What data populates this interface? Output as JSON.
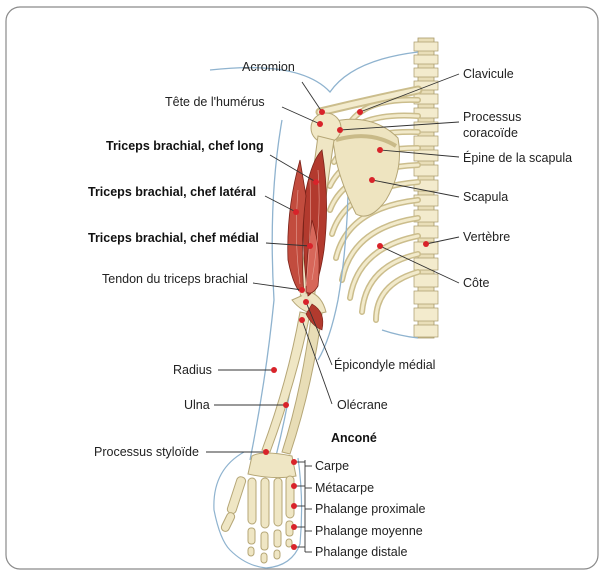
{
  "colors": {
    "panel_border": "#8a8a8a",
    "panel_fill": "#ffffff",
    "bone": "#efe6c4",
    "bone_shade": "#cdbf8e",
    "muscle": "#b23a2e",
    "muscle_light": "#d7675a",
    "skin_outline": "#8fb3cf",
    "pin": "#d8232a",
    "leader": "#333333"
  },
  "labels": {
    "acromion": "Acromion",
    "tete_humerus": "Tête de l'humérus",
    "triceps_long": "Triceps brachial, chef long",
    "triceps_lateral": "Triceps brachial, chef latéral",
    "triceps_medial": "Triceps brachial, chef médial",
    "tendon_triceps": "Tendon du triceps brachial",
    "radius": "Radius",
    "ulna": "Ulna",
    "processus_styloide": "Processus styloïde",
    "clavicule": "Clavicule",
    "processus_line1": "Processus",
    "processus_line2": "coracoïde",
    "epine_scapula": "Épine de la scapula",
    "scapula": "Scapula",
    "vertebre": "Vertèbre",
    "cote": "Côte",
    "epicondyle_medial": "Épicondyle médial",
    "olecrane": "Olécrane",
    "ancone": "Anconé",
    "carpe": "Carpe",
    "metacarpe": "Métacarpe",
    "phalange_proximale": "Phalange proximale",
    "phalange_moyenne": "Phalange moyenne",
    "phalange_distale": "Phalange distale"
  }
}
